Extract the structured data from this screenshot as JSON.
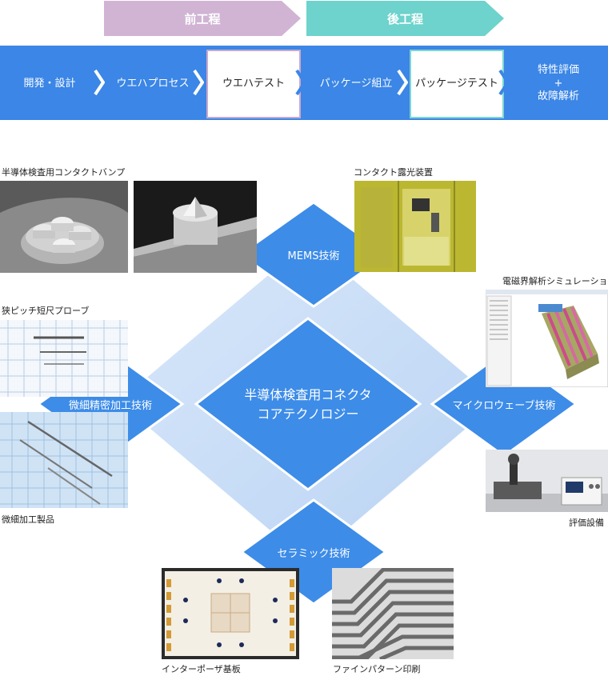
{
  "phases": {
    "front": "前工程",
    "back": "後工程"
  },
  "process_steps": [
    "開発・設計",
    "ウエハプロセス",
    "ウエハテスト",
    "パッケージ組立",
    "パッケージテスト",
    "特性評価\n+\n故障解析"
  ],
  "center": {
    "line1": "半導体検査用コネクタ",
    "line2": "コアテクノロジー"
  },
  "technologies": {
    "mems": "MEMS技術",
    "microfab": "微細精密加工技術",
    "microwave": "マイクロウェーブ技術",
    "ceramic": "セラミック技術"
  },
  "captions": {
    "bump": "半導体検査用コンタクトバンプ",
    "exposure": "コンタクト露光装置",
    "probe": "狭ピッチ短尺プローブ",
    "em_sim": "電磁界解析シミュレーション",
    "microfab_products": "微細加工製品",
    "eval_equipment": "評価設備",
    "interposer": "インターポーザ基板",
    "fine_pattern": "ファインパターン印刷"
  },
  "colors": {
    "front_phase": "#d1b4d4",
    "back_phase": "#6dd3cc",
    "process_bar": "#3b86e6",
    "diamond_blue": "#3d8ce8",
    "background_diamond": "#c6dcf6"
  }
}
